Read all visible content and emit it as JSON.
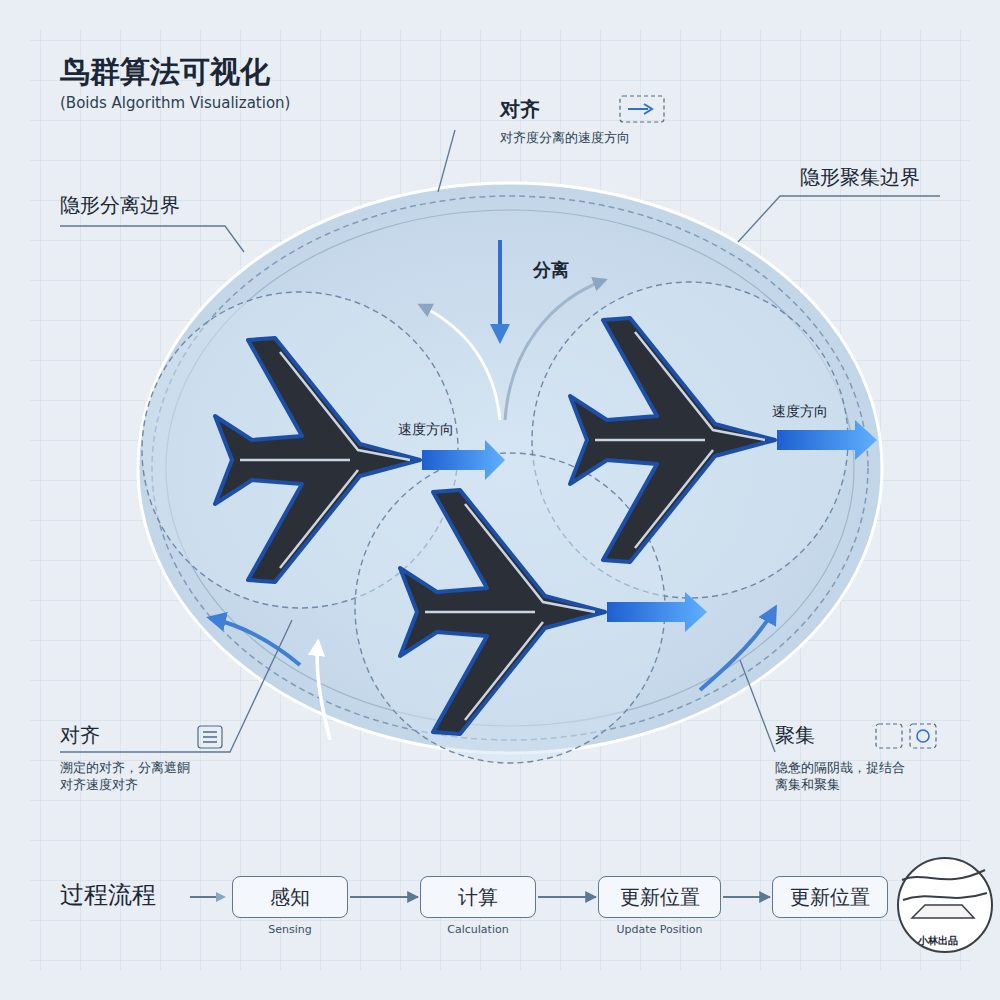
{
  "diagram": {
    "title": "鸟群算法可视化",
    "nodes": [
      {
        "text": [
          "感知",
          "Sensing"
        ]
      },
      {
        "text": [
          "计算",
          "Calculation"
        ]
      },
      {
        "text": [
          "更新位置",
          "Update Position"
        ]
      },
      {
        "text": [
          "更新位置"
        ]
      }
    ],
    "edges": [
      {
        "from": 0,
        "to": 1,
        "arrow": "to"
      },
      {
        "from": 1,
        "to": 2,
        "arrow": "to"
      },
      {
        "from": 2,
        "to": 3,
        "arrow": "to"
      }
    ],
    "labels": [
      "(Boids Algorithm Visualization)",
      "对齐",
      "对齐度分离的速度方向",
      "隐形分离边界",
      "隐形聚集边界",
      "分离",
      "速度方向",
      "速度方向",
      "对齐",
      "溯定的对齐，分离遮餇 对齐速度对齐",
      "聚集",
      "隐惫的隔阴哉，捉结合 离集和聚集",
      "过程流程",
      "小林出品"
    ]
  }
}
